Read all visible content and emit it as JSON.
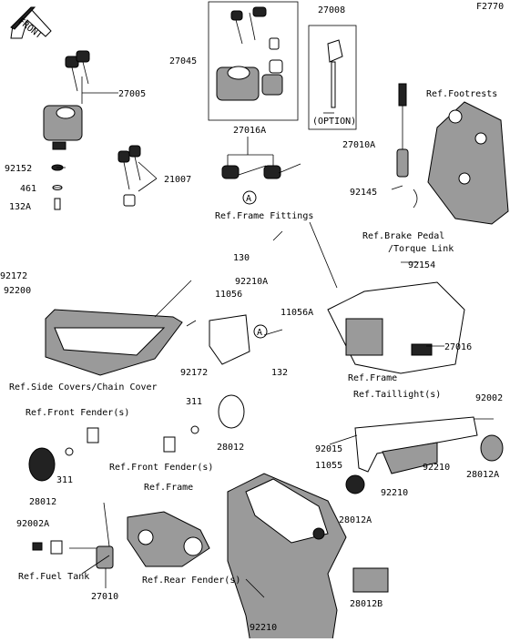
{
  "diagram": {
    "code": "F2770",
    "front_label": "FRONT",
    "option_label": "(OPTION)",
    "part_numbers": [
      "27045",
      "27008",
      "27005",
      "27016A",
      "27010A",
      "92152",
      "461",
      "132A",
      "21007",
      "92145",
      "130",
      "92210A",
      "11056",
      "11056A",
      "92172",
      "92200",
      "92154",
      "27016",
      "92172",
      "132",
      "311",
      "28012",
      "92002",
      "92015",
      "11055",
      "92210",
      "28012A",
      "28012A",
      "92210",
      "28012",
      "92002A",
      "27010",
      "28012B",
      "92210"
    ],
    "refs": {
      "footrests": "Ref.Footrests",
      "frame_fittings": "Ref.Frame Fittings",
      "brake_pedal_1": "Ref.Brake Pedal",
      "brake_pedal_2": "/Torque Link",
      "side_covers": "Ref.Side Covers/Chain Cover",
      "frame_right": "Ref.Frame",
      "taillights": "Ref.Taillight(s)",
      "front_fender_upper": "Ref.Front Fender(s)",
      "front_fender_lower": "Ref.Front Fender(s)",
      "frame_lower": "Ref.Frame",
      "fuel_tank": "Ref.Fuel Tank",
      "rear_fender": "Ref.Rear Fender(s)"
    },
    "callout_letter": "A"
  }
}
